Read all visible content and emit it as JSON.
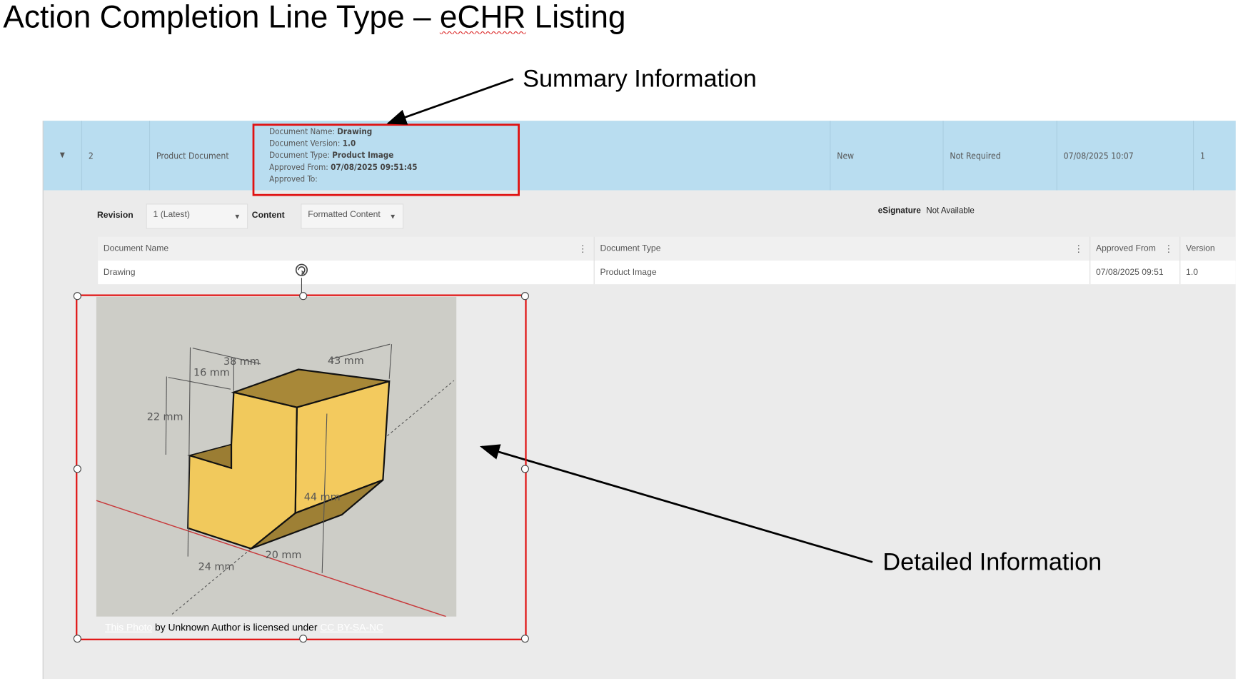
{
  "slide": {
    "title_prefix": "Action Completion Line Type – ",
    "title_term": "eCHR",
    "title_suffix": " Listing",
    "callout_summary": "Summary Information",
    "callout_detail": "Detailed Information"
  },
  "row": {
    "number": "2",
    "category": "Product Document",
    "summary": {
      "name_label": "Document Name: ",
      "name_value": "Drawing",
      "version_label": "Document Version: ",
      "version_value": "1.0",
      "type_label": "Document Type: ",
      "type_value": "Product Image",
      "from_label": "Approved From: ",
      "from_value": "07/08/2025 09:51:45",
      "to_label": "Approved To:"
    },
    "status": "New",
    "esig_required": "Not Required",
    "date": "07/08/2025 10:07",
    "count": "1"
  },
  "detail": {
    "revision_label": "Revision",
    "revision_value": "1 (Latest)",
    "content_label": "Content",
    "content_value": "Formatted Content",
    "esignature_label": "eSignature",
    "esignature_value": "Not Available",
    "columns": [
      "Document Name",
      "Document Type",
      "Approved From",
      "Version"
    ],
    "rows": [
      [
        "Drawing",
        "Product Image",
        "07/08/2025 09:51",
        "1.0"
      ]
    ]
  },
  "image": {
    "dimensions": [
      "38 mm",
      "43 mm",
      "16 mm",
      "22 mm",
      "44 mm",
      "20 mm",
      "24 mm"
    ],
    "caption_link": "This Photo",
    "caption_text": " by Unknown Author is licensed under ",
    "caption_license": "CC BY-SA-NC"
  }
}
